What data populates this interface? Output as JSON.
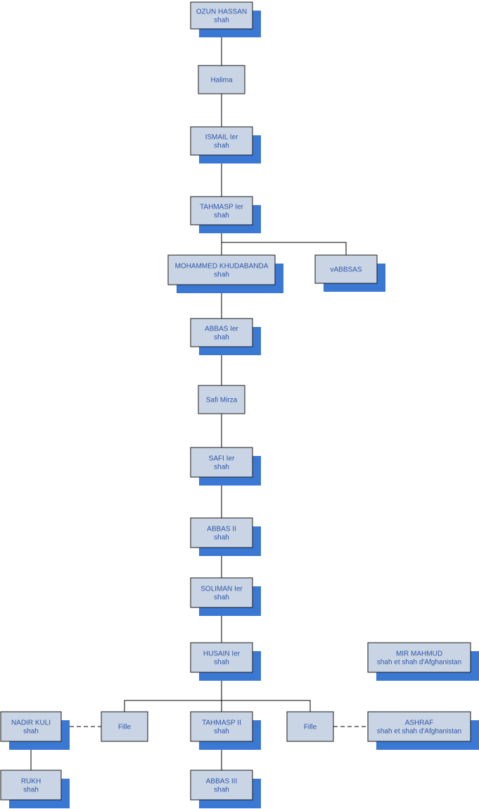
{
  "diagram": {
    "nodes": [
      {
        "id": "ozun-hassan",
        "lines": [
          "OZUN HASSAN",
          "shah"
        ]
      },
      {
        "id": "halima",
        "lines": [
          "Halima"
        ]
      },
      {
        "id": "ismail-1",
        "lines": [
          "ISMAIL Ier",
          "shah"
        ]
      },
      {
        "id": "tahmasp-1",
        "lines": [
          "TAHMASP Ier",
          "shah"
        ]
      },
      {
        "id": "mohammed-khudabanda",
        "lines": [
          "MOHAMMED KHUDABANDA",
          "shah"
        ]
      },
      {
        "id": "vabbsas",
        "lines": [
          "vABBSAS"
        ]
      },
      {
        "id": "abbas-1",
        "lines": [
          "ABBAS Ier",
          "shah"
        ]
      },
      {
        "id": "safi-mirza",
        "lines": [
          "Safi Mirza"
        ]
      },
      {
        "id": "safi-1",
        "lines": [
          "SAFI Ier",
          "shah"
        ]
      },
      {
        "id": "abbas-2",
        "lines": [
          "ABBAS II",
          "shah"
        ]
      },
      {
        "id": "soliman-1",
        "lines": [
          "SOLIMAN Ier",
          "shah"
        ]
      },
      {
        "id": "husain-1",
        "lines": [
          "HUSAIN Ier",
          "shah"
        ]
      },
      {
        "id": "mir-mahmud",
        "lines": [
          "MIR MAHMUD",
          "shah et shah d'Afghanistan"
        ]
      },
      {
        "id": "nadir-kuli",
        "lines": [
          "NADIR KULI",
          "shah"
        ]
      },
      {
        "id": "fille-left",
        "lines": [
          "Fille"
        ]
      },
      {
        "id": "tahmasp-2",
        "lines": [
          "TAHMASP II",
          "shah"
        ]
      },
      {
        "id": "fille-right",
        "lines": [
          "Fille"
        ]
      },
      {
        "id": "ashraf",
        "lines": [
          "ASHRAF",
          "shah et shah d'Afghanistan"
        ]
      },
      {
        "id": "rukh",
        "lines": [
          "RUKH",
          "shah"
        ]
      },
      {
        "id": "abbas-3",
        "lines": [
          "ABBAS III",
          "shah"
        ]
      }
    ],
    "links": [
      {
        "from": "ozun-hassan",
        "to": "halima",
        "style": "solid"
      },
      {
        "from": "halima",
        "to": "ismail-1",
        "style": "solid"
      },
      {
        "from": "ismail-1",
        "to": "tahmasp-1",
        "style": "solid"
      },
      {
        "from": "tahmasp-1",
        "to": "mohammed-khudabanda",
        "style": "solid"
      },
      {
        "from": "tahmasp-1",
        "to": "vabbsas",
        "style": "solid"
      },
      {
        "from": "mohammed-khudabanda",
        "to": "abbas-1",
        "style": "solid"
      },
      {
        "from": "abbas-1",
        "to": "safi-mirza",
        "style": "solid"
      },
      {
        "from": "safi-mirza",
        "to": "safi-1",
        "style": "solid"
      },
      {
        "from": "safi-1",
        "to": "abbas-2",
        "style": "solid"
      },
      {
        "from": "abbas-2",
        "to": "soliman-1",
        "style": "solid"
      },
      {
        "from": "soliman-1",
        "to": "husain-1",
        "style": "solid"
      },
      {
        "from": "husain-1",
        "to": "fille-left",
        "style": "solid"
      },
      {
        "from": "husain-1",
        "to": "tahmasp-2",
        "style": "solid"
      },
      {
        "from": "husain-1",
        "to": "fille-right",
        "style": "solid"
      },
      {
        "from": "tahmasp-2",
        "to": "abbas-3",
        "style": "solid"
      },
      {
        "from": "nadir-kuli",
        "to": "rukh",
        "style": "solid"
      },
      {
        "from": "nadir-kuli",
        "to": "fille-left",
        "style": "dashed"
      },
      {
        "from": "fille-right",
        "to": "ashraf",
        "style": "dashed"
      }
    ]
  },
  "colors": {
    "box_fill": "#c9d5e5",
    "shadow": "#3a78d4",
    "text": "#2f55a6",
    "line": "#000000"
  }
}
